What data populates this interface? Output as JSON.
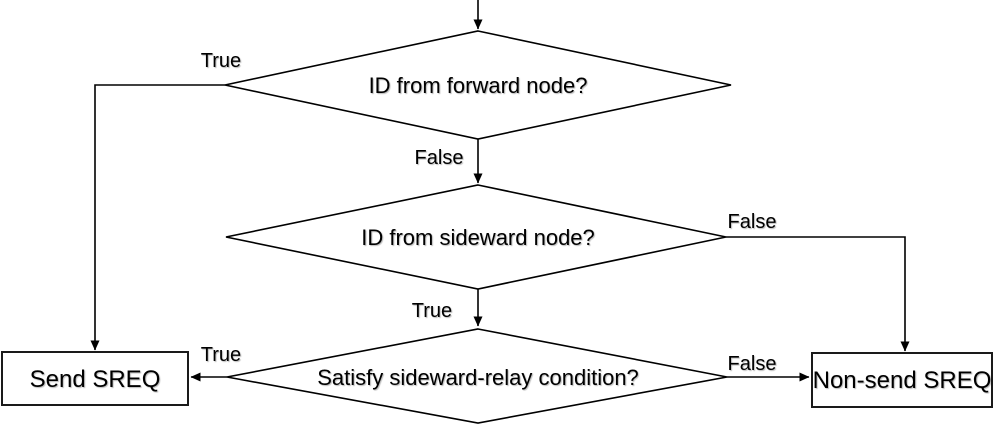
{
  "diagram": {
    "colors": {
      "background": "#ffffff",
      "line": "#000000",
      "text": "#000000"
    },
    "decisions": [
      {
        "label": "ID from forward node?"
      },
      {
        "label": "ID from sideward node?"
      },
      {
        "label": "Satisfy sideward-relay condition?"
      }
    ],
    "terminals": {
      "send": "Send SREQ",
      "non_send": "Non-send SREQ"
    },
    "branch_labels": {
      "d1_true": "True",
      "d1_false": "False",
      "d2_false": "False",
      "d2_true": "True",
      "d3_true": "True",
      "d3_false": "False"
    }
  }
}
